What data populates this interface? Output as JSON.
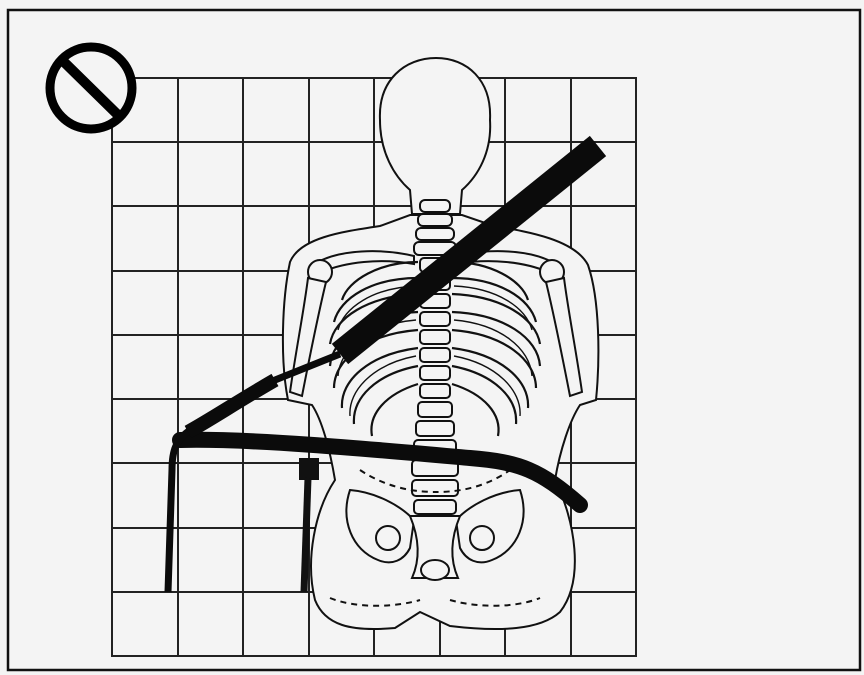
{
  "figure": {
    "icons": [
      "prohibition-icon"
    ],
    "background_color": "#f4f4f4",
    "ink_color": "#111111",
    "belt_color": "#0b0b0b",
    "grid": {
      "columns": 8,
      "rows": 9
    },
    "elements": [
      "head",
      "neck-vertebrae",
      "rib-cage",
      "spine",
      "shoulder-bones",
      "upper-arms",
      "pelvis",
      "shoulder-belt",
      "lap-belt",
      "buckle"
    ]
  }
}
